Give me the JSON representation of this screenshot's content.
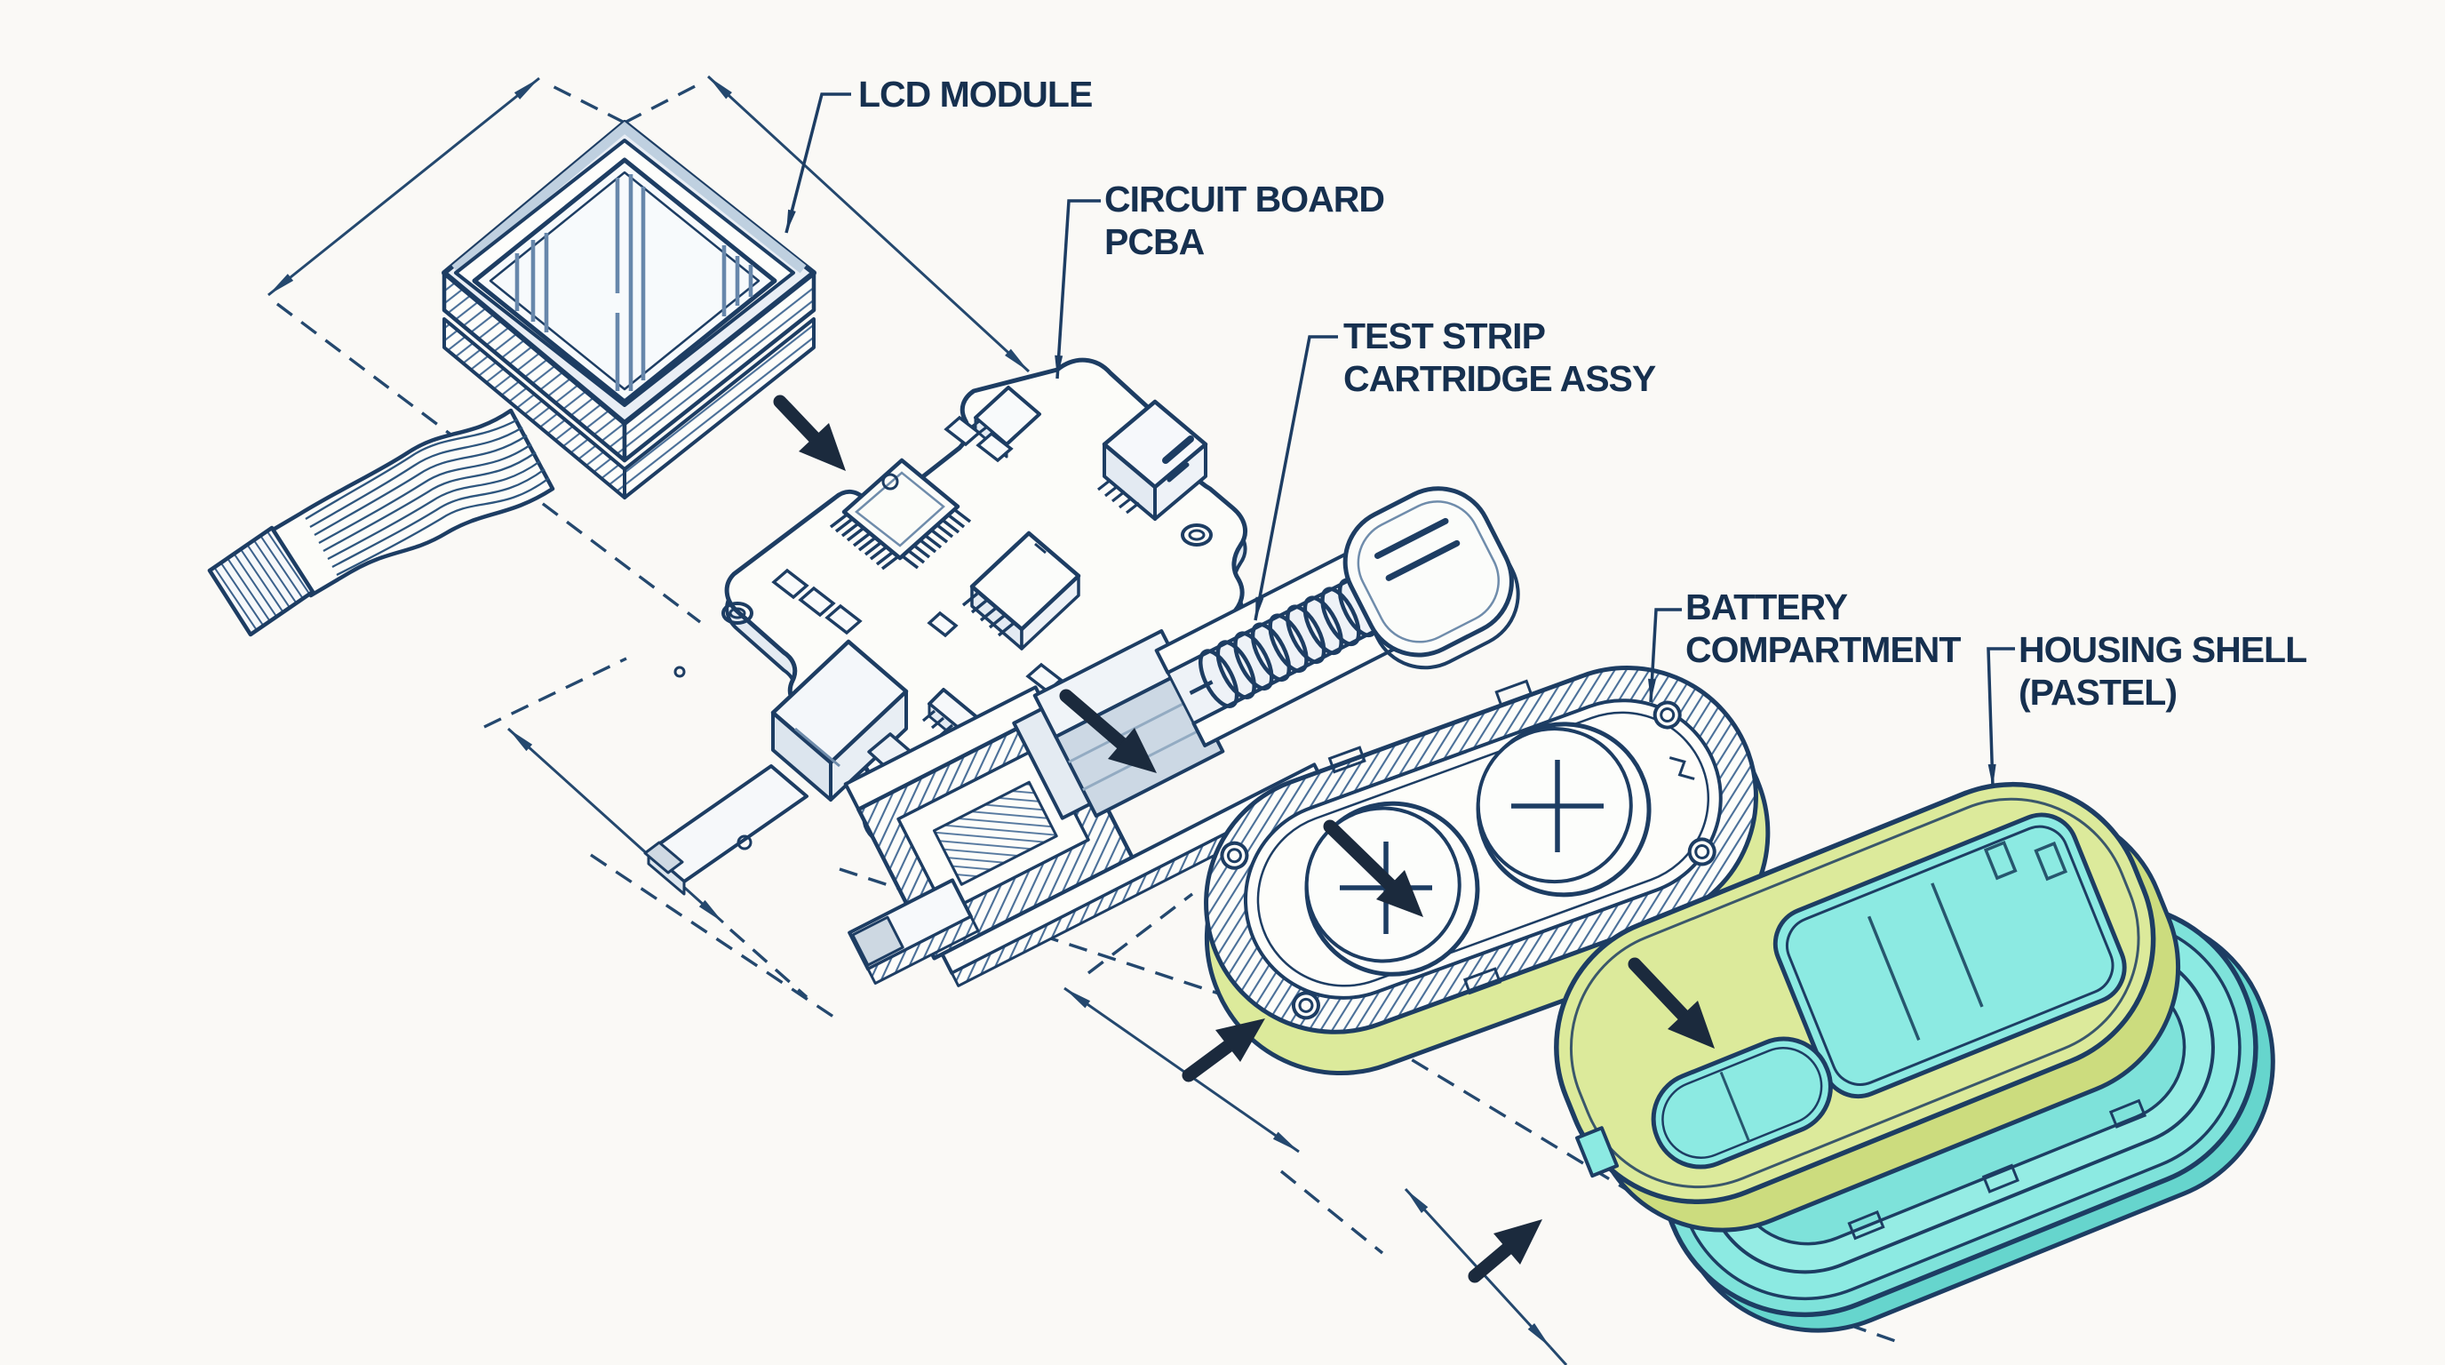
{
  "diagram": {
    "title_implicit": "Exploded assembly drawing of handheld glucose-meter style device",
    "background_color": "#faf9f6",
    "line_color": "#1d3d63",
    "text_color": "#16304f",
    "solid_arrow_color": "#1b2a3d",
    "pastel_lime_color": "#dcea9b",
    "pastel_cyan_color": "#7ee2da",
    "labels": [
      {
        "id": "lcd",
        "line1": "LCD MODULE",
        "line2": ""
      },
      {
        "id": "pcba",
        "line1": "CIRCUIT BOARD",
        "line2": "PCBA"
      },
      {
        "id": "cartridge",
        "line1": "TEST STRIP",
        "line2": "CARTRIDGE ASSY"
      },
      {
        "id": "battery",
        "line1": "BATTERY",
        "line2": "COMPARTMENT"
      },
      {
        "id": "housing",
        "line1": "HOUSING SHELL",
        "line2": "(PASTEL)"
      }
    ],
    "battery_polarity_mark": "+",
    "explosion_arrow_count": 6,
    "parts_order": [
      "LCD MODULE",
      "CIRCUIT BOARD PCBA",
      "TEST STRIP CARTRIDGE ASSY",
      "BATTERY COMPARTMENT",
      "HOUSING SHELL (PASTEL)"
    ]
  }
}
